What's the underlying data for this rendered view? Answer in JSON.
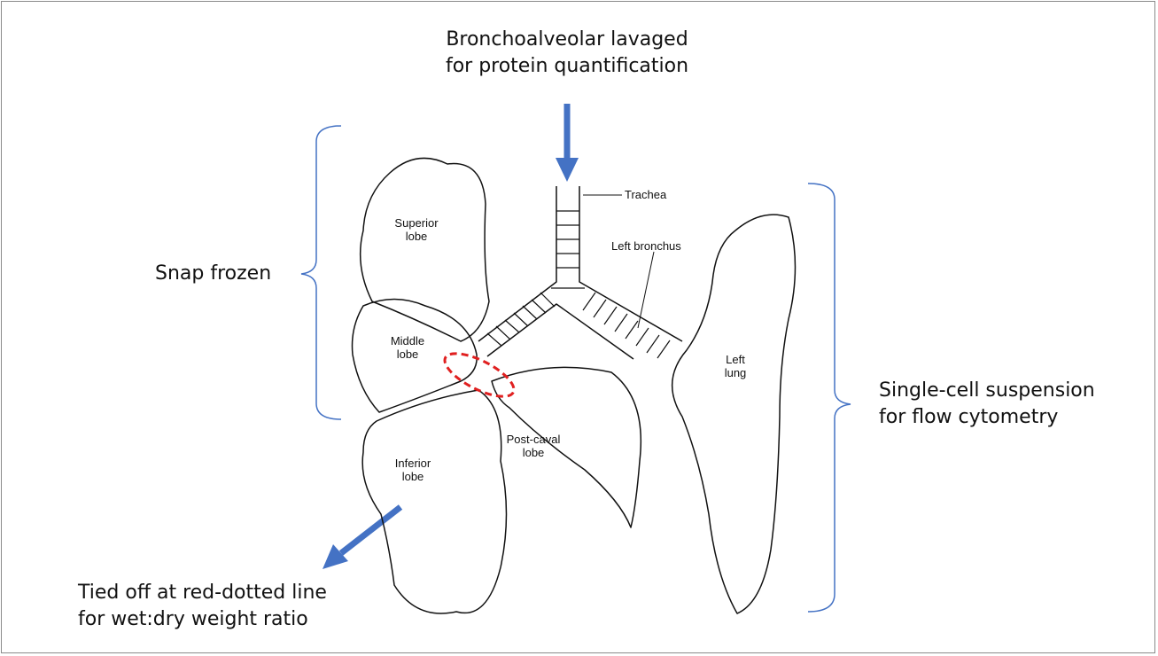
{
  "annotations": {
    "top": [
      "Bronchoalveolar lavaged",
      "for protein quantification"
    ],
    "left": "Snap frozen",
    "right": [
      "Single-cell suspension",
      "for flow cytometry"
    ],
    "bottom": [
      "Tied off at red-dotted line",
      "for wet:dry weight ratio"
    ]
  },
  "labels": {
    "trachea": "Trachea",
    "left_bronchus": "Left bronchus",
    "superior": [
      "Superior",
      "lobe"
    ],
    "middle": [
      "Middle",
      "lobe"
    ],
    "inferior": [
      "Inferior",
      "lobe"
    ],
    "post_caval": [
      "Post-caval",
      "lobe"
    ],
    "left_lung": [
      "Left",
      "lung"
    ]
  },
  "colors": {
    "arrow": "#4472c4",
    "bracket": "#4472c4",
    "dotted": "#e02020",
    "outline": "#111111"
  }
}
